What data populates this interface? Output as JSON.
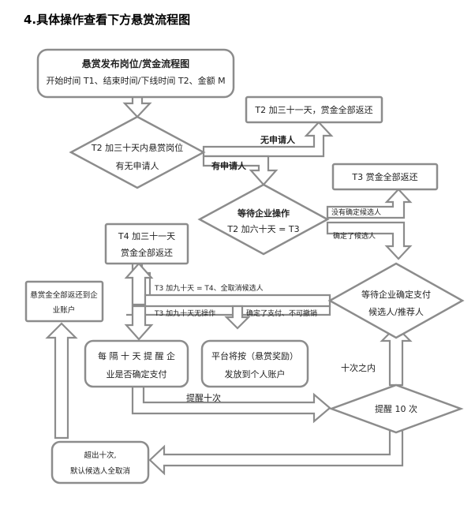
{
  "heading": "4.具体操作查看下方悬赏流程图",
  "nodes": {
    "start": {
      "title": "悬赏发布岗位/赏金流程图",
      "subtitle": "开始时间 T1、结束时间/下线时间 T2、金额 M"
    },
    "decision_t2_30": {
      "line1": "T2 加三十天内悬赏岗位",
      "line2": "有无申请人"
    },
    "refund_t2_31": {
      "text": "T2 加三十一天，赏金全部返还"
    },
    "wait_company": {
      "line1": "等待企业操作",
      "line2": "T2 加六十天 = T3"
    },
    "refund_t3": {
      "text": "T3 赏金全部返还"
    },
    "refund_t4": {
      "line1": "T4 加三十一天",
      "line2": "赏金全部返还"
    },
    "refund_to_company": {
      "line1": "悬赏金全部返还到企",
      "line2": "业账户"
    },
    "wait_pay": {
      "line1": "等待企业确定支付",
      "line2": "候选人/推荐人"
    },
    "remind_10days": {
      "line1": "每 隔 十 天 提 醒 企",
      "line2": "业是否确定支付"
    },
    "platform_pay": {
      "line1": "平台将按（悬赏奖励）",
      "line2": "发放到个人账户"
    },
    "remind_10x": {
      "text": "提醒 10 次"
    },
    "over_10x": {
      "line1": "超出十次,",
      "line2": "默认候选人全取消"
    }
  },
  "labels": {
    "no_applicant": "无申请人",
    "has_applicant": "有申请人",
    "no_candidate": "没有确定候选人",
    "candidate_set": "确定了候选人",
    "t3_90_cancel": "T3 加九十天 = T4、全取消候选人",
    "t3_90_no_op": "T3 加九十天无操作",
    "paid_irrevocable": "确定了支付、不可撤销",
    "remind_ten": "提醒十次",
    "within_ten": "十次之内"
  },
  "colors": {
    "stroke": "#8c8c8c",
    "fill": "#ffffff",
    "text": "#222222"
  }
}
